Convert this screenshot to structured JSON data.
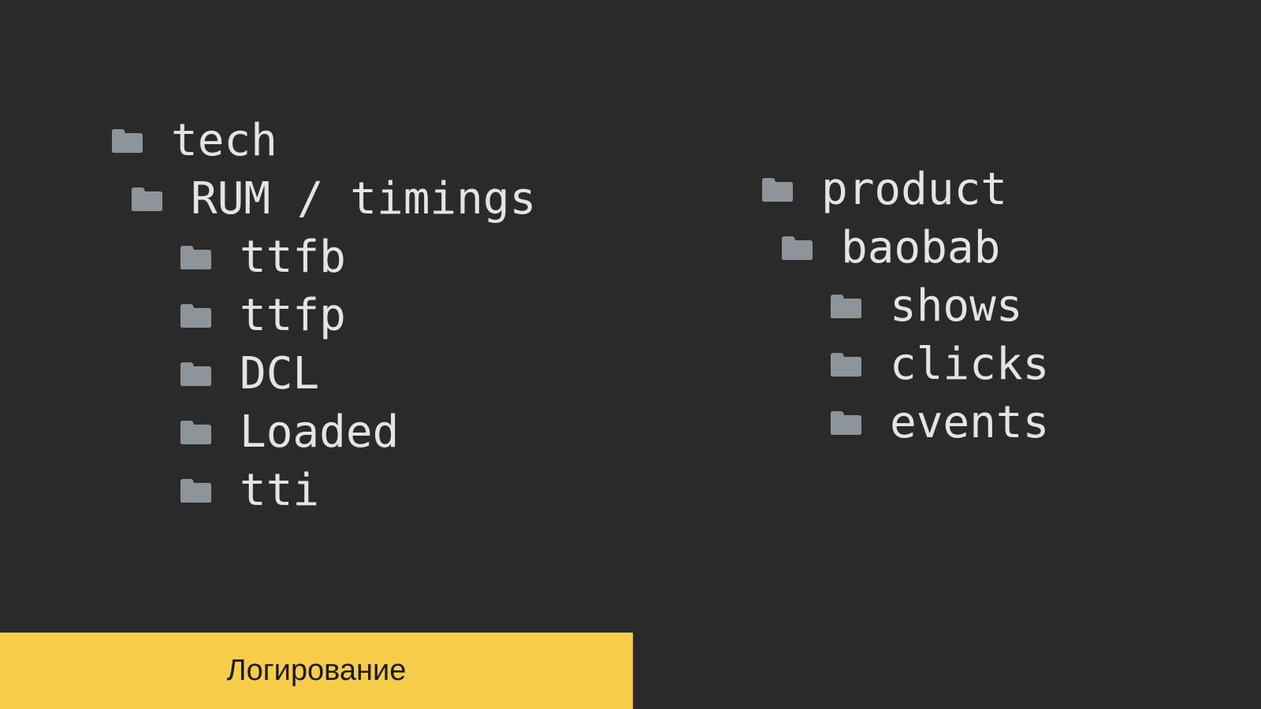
{
  "colors": {
    "background": "#2a2a2a",
    "text": "#e4e4e4",
    "folder_icon": "#8d949a",
    "footer_background": "#f7cc48",
    "footer_text": "#1b1b1b"
  },
  "icon": "folder-icon",
  "trees": {
    "left": [
      {
        "label": "tech",
        "depth": 0
      },
      {
        "label": "RUM / timings",
        "depth": 1
      },
      {
        "label": "ttfb",
        "depth": 2
      },
      {
        "label": "ttfp",
        "depth": 2
      },
      {
        "label": "DCL",
        "depth": 2
      },
      {
        "label": "Loaded",
        "depth": 2
      },
      {
        "label": "tti",
        "depth": 2
      }
    ],
    "right": [
      {
        "label": "product",
        "depth": 0
      },
      {
        "label": "baobab",
        "depth": 1
      },
      {
        "label": "shows",
        "depth": 2
      },
      {
        "label": "clicks",
        "depth": 2
      },
      {
        "label": "events",
        "depth": 2
      }
    ]
  },
  "footer": {
    "label": "Логирование"
  }
}
